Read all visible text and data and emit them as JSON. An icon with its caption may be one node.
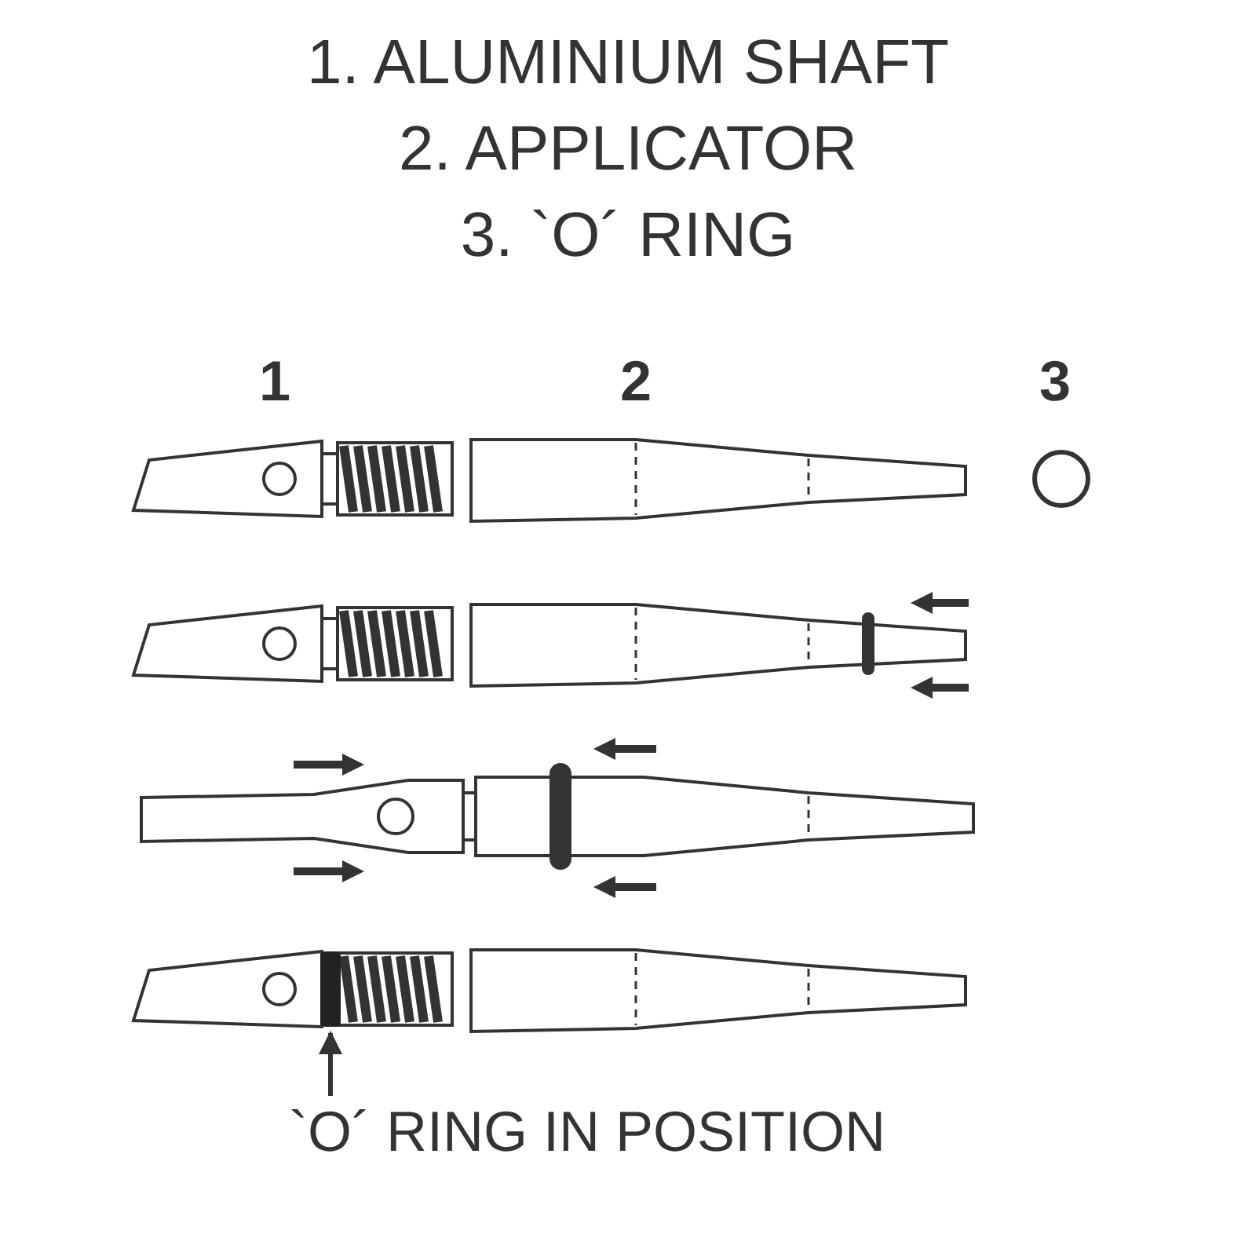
{
  "diagram": {
    "nodes": [
      {
        "text": [
          "`O´ RING IN POSITION"
        ]
      },
      {
        "text": [],
        "shape": "bar"
      }
    ],
    "edges": [
      {
        "from": 0,
        "to": 1,
        "arrow": "to"
      }
    ],
    "labels": [
      "1. ALUMINIUM SHAFT",
      "2. APPLICATOR",
      "3. `O´ RING",
      "1",
      "2",
      "3"
    ]
  }
}
